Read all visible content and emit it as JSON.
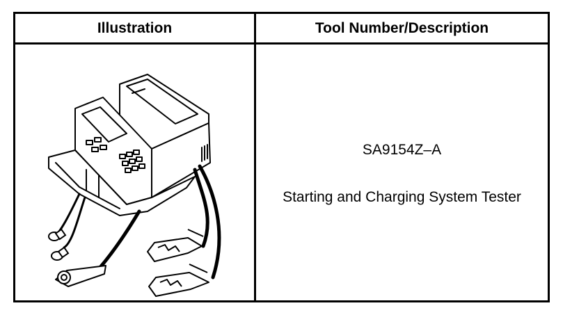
{
  "table": {
    "headers": {
      "illustration": "Illustration",
      "tool": "Tool Number/Description"
    },
    "rows": [
      {
        "illustration_icon": "starting-charging-system-tester-icon",
        "tool_number": "SA9154Z–A",
        "description": "Starting and Charging System Tester"
      }
    ]
  },
  "colors": {
    "border": "#000000",
    "background": "#ffffff"
  }
}
